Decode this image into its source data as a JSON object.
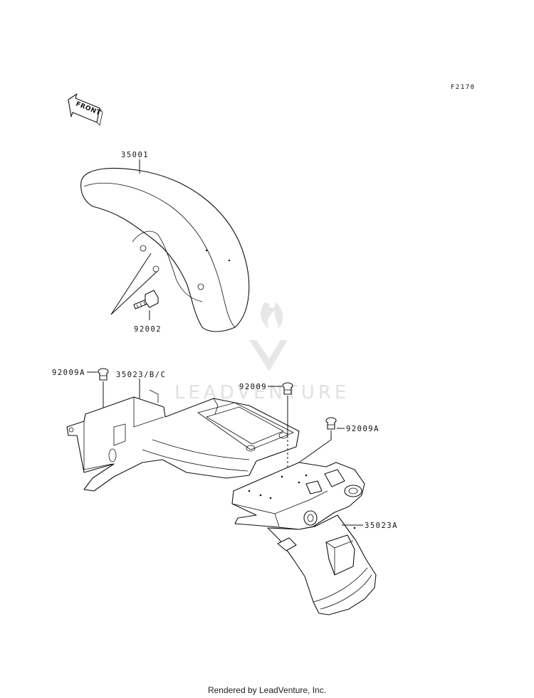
{
  "figure_code": "F2170",
  "front_label": "FRONT",
  "watermark": {
    "text": "LEADVENTURE",
    "color": "#c9c9c9"
  },
  "callouts": [
    {
      "id": "35001",
      "label": "35001"
    },
    {
      "id": "92002",
      "label": "92002"
    },
    {
      "id": "92009A-left",
      "label": "92009A"
    },
    {
      "id": "35023BC",
      "label": "35023/B/C"
    },
    {
      "id": "92009",
      "label": "92009"
    },
    {
      "id": "92009A-right",
      "label": "92009A"
    },
    {
      "id": "35023A",
      "label": "35023A"
    }
  ],
  "footer": "Rendered by LeadVenture, Inc.",
  "colors": {
    "line": "#111111",
    "background": "#ffffff"
  }
}
